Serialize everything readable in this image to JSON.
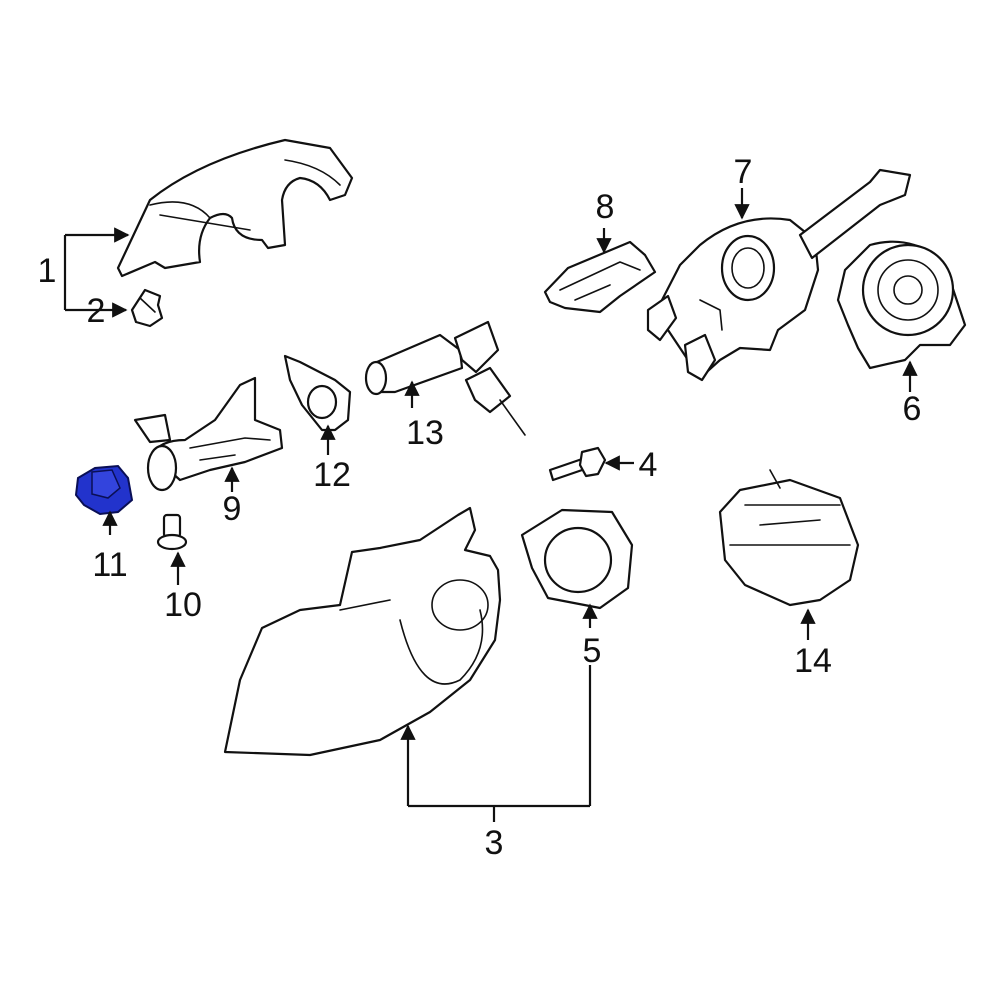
{
  "diagram": {
    "highlight_color": "#2233cc",
    "line_color": "#111111",
    "background": "#ffffff",
    "callouts": {
      "c1": "1",
      "c2": "2",
      "c3": "3",
      "c4": "4",
      "c5": "5",
      "c6": "6",
      "c7": "7",
      "c8": "8",
      "c9": "9",
      "c10": "10",
      "c11": "11",
      "c12": "12",
      "c13": "13",
      "c14": "14"
    },
    "highlighted_part": "11"
  }
}
